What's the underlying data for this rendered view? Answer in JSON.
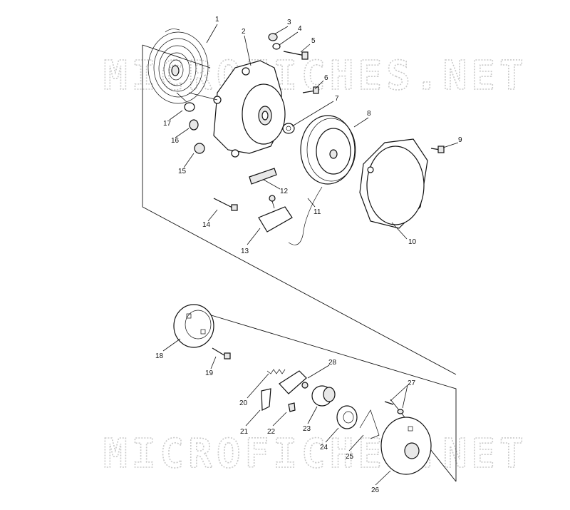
{
  "watermark": "MICROFICHES.NET",
  "callouts": [
    "1",
    "2",
    "3",
    "4",
    "5",
    "6",
    "7",
    "8",
    "9",
    "10",
    "11",
    "12",
    "13",
    "14",
    "15",
    "16",
    "17",
    "18",
    "19",
    "20",
    "21",
    "22",
    "23",
    "24",
    "25",
    "26",
    "27",
    "28"
  ]
}
